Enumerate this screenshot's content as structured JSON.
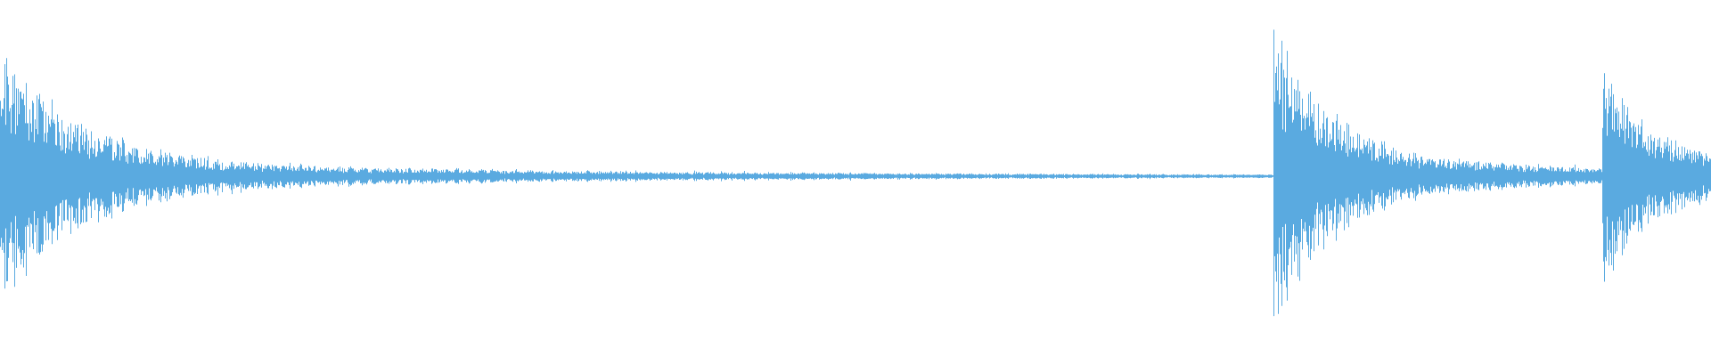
{
  "waveform": {
    "color": "#5AAAE0",
    "background": "#FFFFFF",
    "duration_fraction_scale": "0-1 timeline",
    "baseline_amplitude": 0.004,
    "onsets": [
      {
        "time": 0.0,
        "peak": 0.68,
        "decay": 0.085
      },
      {
        "time": 0.744,
        "peak": 0.82,
        "decay": 0.06
      },
      {
        "time": 0.936,
        "peak": 0.58,
        "decay": 0.05
      }
    ]
  }
}
